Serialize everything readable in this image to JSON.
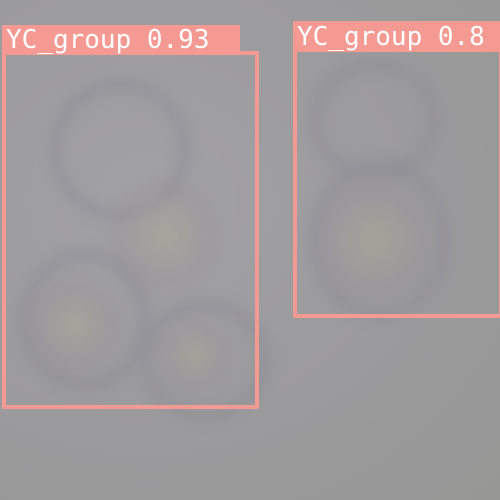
{
  "image": {
    "background_color": "#9a9a99"
  },
  "detections": [
    {
      "id": "det-1",
      "label": "YC_group 0.93",
      "class_name": "YC_group",
      "confidence": "0.93",
      "color": "#f49a93"
    },
    {
      "id": "det-2",
      "label": "YC_group 0.8",
      "class_name": "YC_group",
      "confidence": "0.8",
      "color": "#f49a93"
    }
  ]
}
